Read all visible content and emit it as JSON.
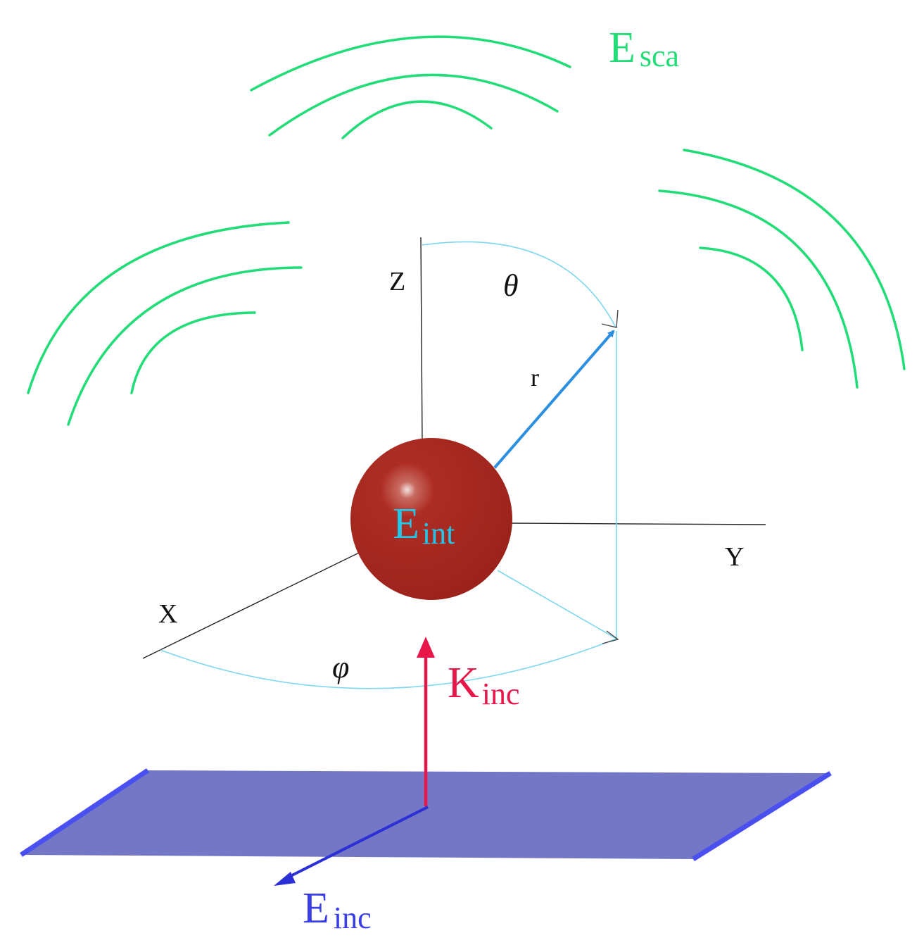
{
  "diagram": {
    "labels": {
      "scattered_field": {
        "main": "E",
        "sub": "sca"
      },
      "internal_field": {
        "main": "E",
        "sub": "int"
      },
      "incident_wavevector": {
        "main": "K",
        "sub": "inc"
      },
      "incident_field": {
        "main": "E",
        "sub": "inc"
      },
      "axis_x": "X",
      "axis_y": "Y",
      "axis_z": "Z",
      "radius": "r",
      "polar_angle": "θ",
      "azimuth_angle": "φ"
    },
    "colors": {
      "scattered_wave": "#22dd77",
      "sphere": "#a62820",
      "internal_label": "#22c6e8",
      "radius_vector": "#2a8fe0",
      "angle_arc": "#7fd6f0",
      "wavevector": "#e8174a",
      "incident_field": "#2b2fd6",
      "plane_fill": "#7476c6",
      "plane_edge": "#4a50f0",
      "axes": "#222222"
    }
  }
}
